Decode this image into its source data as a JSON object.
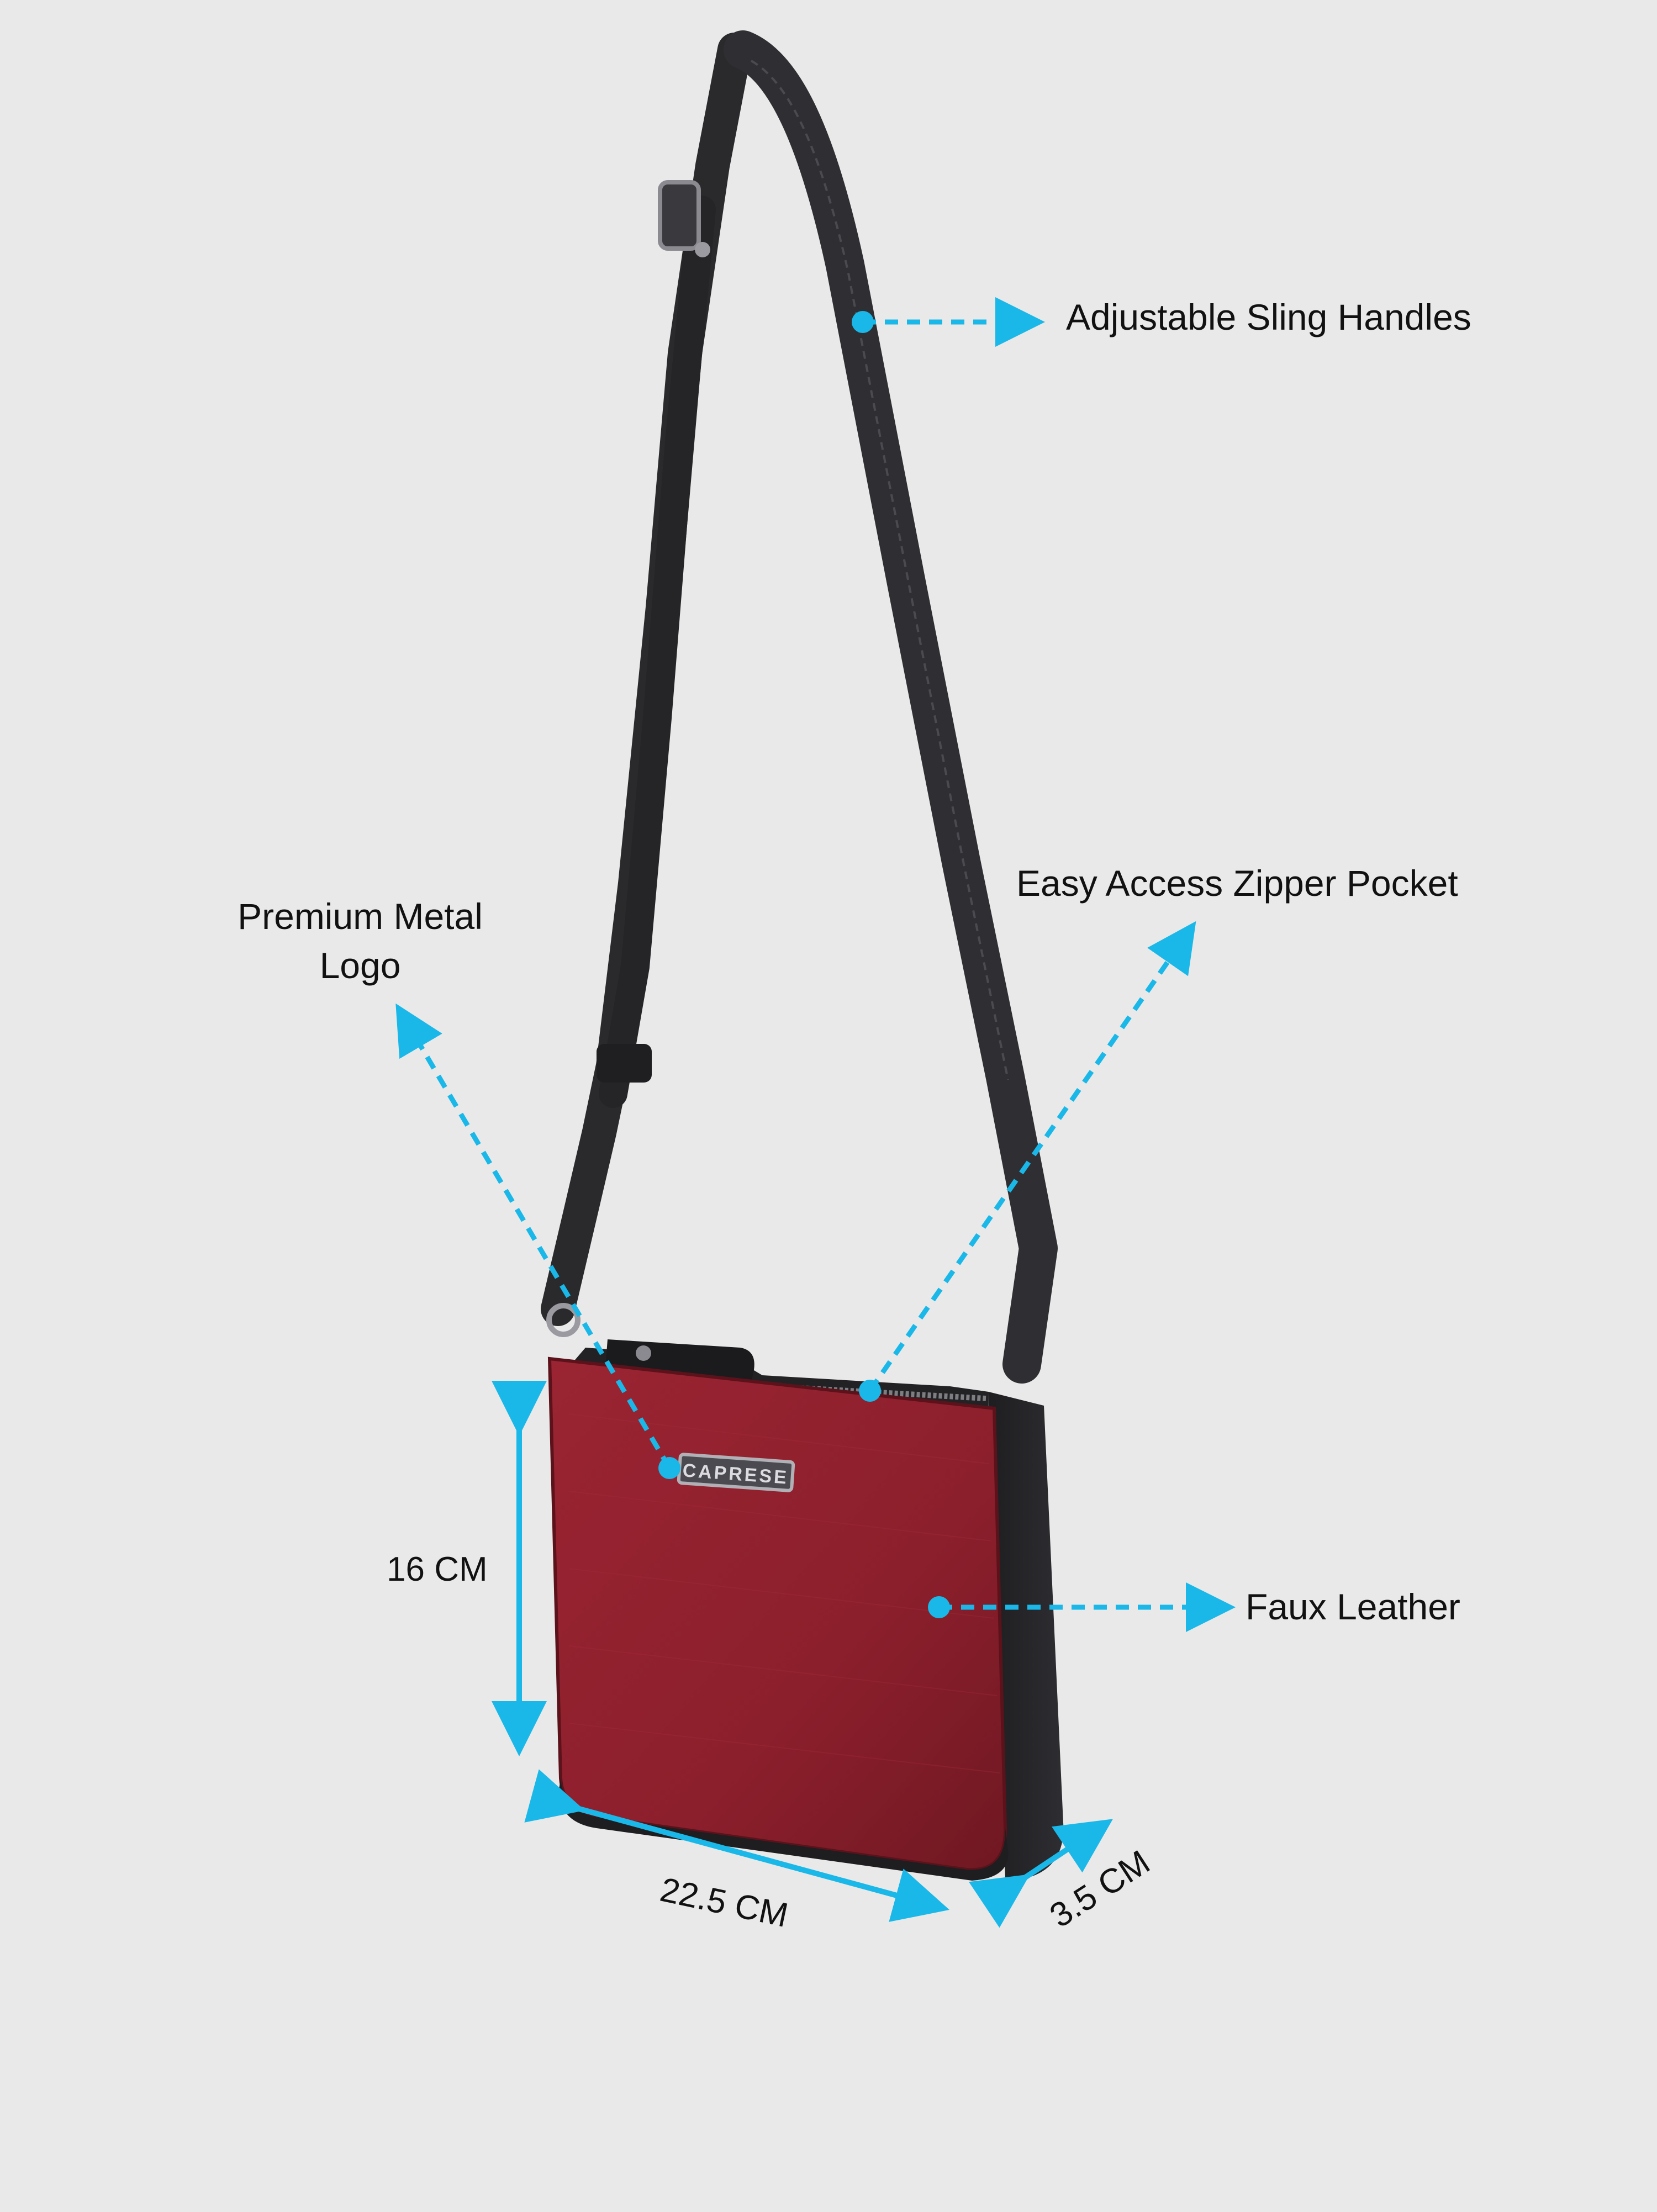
{
  "annotations": {
    "sling": "Adjustable Sling Handles",
    "zipper": "Easy Access Zipper Pocket",
    "logo_line1": "Premium Metal",
    "logo_line2": "Logo",
    "material": "Faux Leather"
  },
  "dimensions": {
    "height": "16 CM",
    "width": "22.5 CM",
    "depth": "3.5 CM"
  },
  "brand_plate": "CAPRESE",
  "colors": {
    "background": "#e9e9e9",
    "accent": "#1ab8e8",
    "bag_front": "#8c1f2c",
    "strap": "#2a2a2c"
  }
}
